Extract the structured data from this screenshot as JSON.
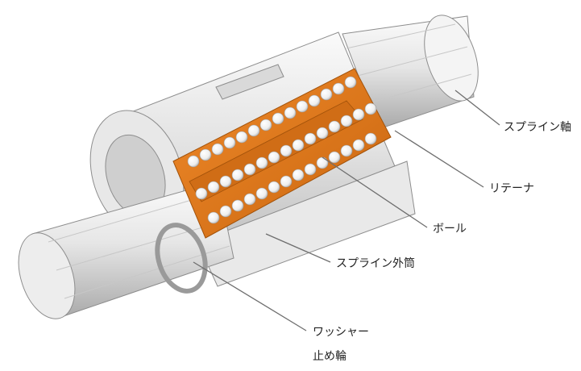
{
  "labels": {
    "spline_shaft": "スプライン軸",
    "retainer": "リテーナ",
    "ball": "ボール",
    "outer_cylinder": "スプライン外筒",
    "washer": "ワッシャー",
    "snap_ring": "止め輪"
  },
  "colors": {
    "metal_light": "#f2f2f2",
    "metal_mid": "#d4d4d4",
    "metal_dark": "#9a9a9a",
    "retainer_orange": "#e07a1f",
    "retainer_dark": "#b55a0c",
    "ball_white": "#f7f7f7",
    "leader_line": "#6e6e6e"
  }
}
